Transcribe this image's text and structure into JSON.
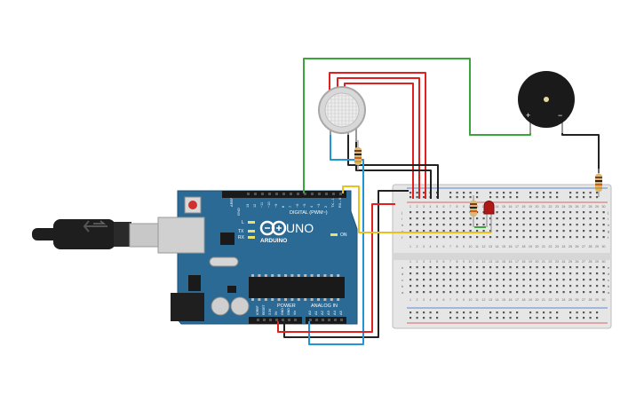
{
  "board": {
    "brand": "ARDUINO",
    "model": "UNO",
    "on_label": "ON",
    "digital_label": "DIGITAL (PWM~)",
    "analog_label": "ANALOG IN",
    "power_label": "POWER",
    "tx_label": "TX",
    "rx_label": "RX",
    "l_label": "L",
    "aref_label": "AREF",
    "gnd_label": "GND",
    "digital_pins": [
      "13",
      "12",
      "~11",
      "~10",
      "~9",
      "8",
      "7",
      "~6",
      "~5",
      "4",
      "~3",
      "2",
      "TX→1",
      "RX←0"
    ],
    "power_pins": [
      "IOREF",
      "RESET",
      "3.3V",
      "5V",
      "GND",
      "GND",
      "Vin"
    ],
    "analog_pins": [
      "A0",
      "A1",
      "A2",
      "A3",
      "A4",
      "A5"
    ]
  },
  "buzzer": {
    "plus_label": "+",
    "minus_label": "−"
  },
  "breadboard": {
    "columns": [
      "1",
      "2",
      "3",
      "4",
      "5",
      "6",
      "7",
      "8",
      "9",
      "10",
      "11",
      "12",
      "13",
      "14",
      "15",
      "16",
      "17",
      "18",
      "19",
      "20",
      "21",
      "22",
      "23",
      "24",
      "25",
      "26",
      "27",
      "28",
      "29",
      "30"
    ],
    "rows_top": [
      "j",
      "i",
      "h",
      "g",
      "f"
    ],
    "rows_bottom": [
      "e",
      "d",
      "c",
      "b",
      "a"
    ]
  },
  "colors": {
    "board": "#2c6a96",
    "wire_red": "#e0201e",
    "wire_black": "#222222",
    "wire_green": "#3aa53a",
    "wire_blue": "#2196d6",
    "wire_yellow": "#e8c21a",
    "led": "#b01818",
    "breadboard": "#e8e8e8"
  }
}
